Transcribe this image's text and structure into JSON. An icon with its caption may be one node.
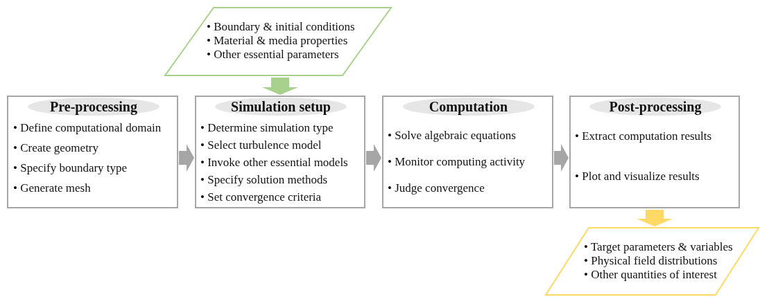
{
  "diagram": {
    "nodes": [
      {
        "text": [
          "• Boundary & initial conditions",
          "• Material & media properties",
          "• Other essential parameters"
        ]
      },
      {
        "text": [
          "Pre-processing",
          "• Define computational domain",
          "• Create geometry",
          "• Specify boundary type",
          "• Generate mesh"
        ]
      },
      {
        "text": [
          "Simulation setup",
          "• Determine simulation type",
          "• Select turbulence model",
          "• Invoke other essential models",
          "• Specify solution methods",
          "• Set convergence criteria"
        ]
      },
      {
        "text": [
          "Computation",
          "• Solve algebraic equations",
          "• Monitor computing activity",
          "• Judge convergence"
        ]
      },
      {
        "text": [
          "Post-processing",
          "• Extract computation results",
          "• Plot and visualize results"
        ]
      },
      {
        "text": [
          "• Target parameters & variables",
          "• Physical field distributions",
          "• Other quantities of interest"
        ]
      }
    ],
    "edges": [
      {
        "from": 0,
        "to": 2,
        "arrow": "to",
        "color": "#a9d18e"
      },
      {
        "from": 1,
        "to": 2,
        "arrow": "to"
      },
      {
        "from": 2,
        "to": 3,
        "arrow": "to"
      },
      {
        "from": 3,
        "to": 4,
        "arrow": "to"
      },
      {
        "from": 4,
        "to": 5,
        "arrow": "to",
        "color": "#ffd966"
      }
    ]
  }
}
